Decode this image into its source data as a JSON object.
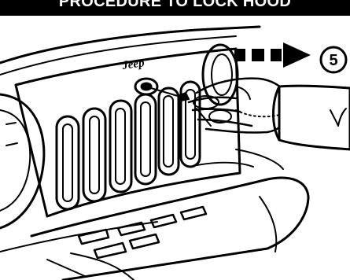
{
  "header": {
    "title": "PROCEDURE TO LOCK HOOD"
  },
  "illustration": {
    "grille_logo": "Jeep",
    "step_badge": {
      "number": "5"
    },
    "arrow_icon": "dashed-arrow-right-icon"
  }
}
